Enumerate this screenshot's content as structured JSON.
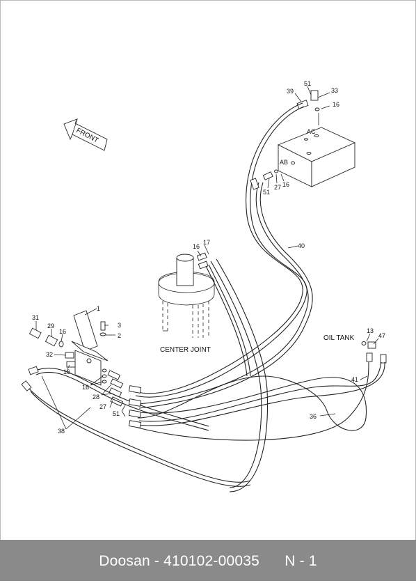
{
  "diagram": {
    "front_label": "FRONT",
    "center_joint_label": "CENTER JOINT",
    "oil_tank_label": "OIL TANK",
    "port_ac": "AC",
    "port_ab": "AB",
    "callouts": {
      "c1": "1",
      "c2": "2",
      "c3": "3",
      "c13": "13",
      "c16a": "16",
      "c16b": "16",
      "c16c": "16",
      "c16d": "16",
      "c16e": "16",
      "c16f": "16",
      "c17": "17",
      "c27a": "27",
      "c27b": "27",
      "c28": "28",
      "c29": "29",
      "c31": "31",
      "c32": "32",
      "c33": "33",
      "c36": "36",
      "c38": "38",
      "c39": "39",
      "c40": "40",
      "c41": "41",
      "c47": "47",
      "c51a": "51",
      "c51b": "51",
      "c51c": "51"
    }
  },
  "footer": {
    "brand": "Doosan",
    "separator": " - ",
    "part_number": "410102-00035",
    "page": "N - 1"
  }
}
